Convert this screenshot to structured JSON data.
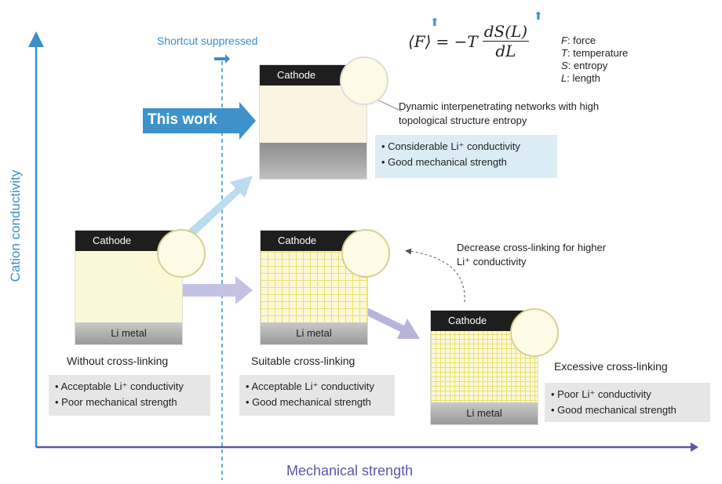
{
  "axes": {
    "y_label": "Cation conductivity",
    "x_label": "Mechanical strength"
  },
  "shortcut_label": "Shortcut suppressed",
  "this_work_label": "This work",
  "equation": {
    "lhs": "⟨F⟩",
    "rhs": "= −T",
    "numerator": "dS(L)",
    "denominator": "dL"
  },
  "legend": [
    {
      "sym": "F",
      "desc": ": force"
    },
    {
      "sym": "T",
      "desc": ": temperature"
    },
    {
      "sym": "S",
      "desc": ": entropy"
    },
    {
      "sym": "L",
      "desc": ": length"
    }
  ],
  "cathode_label": "Cathode",
  "li_metal_label": "Li metal",
  "top_panel": {
    "caption": "Dynamic interpenetrating networks with high topological structure entropy",
    "points": [
      "• Considerable Li⁺ conductivity",
      "• Good mechanical strength"
    ]
  },
  "panel_without": {
    "title": "Without cross-linking",
    "points": [
      "• Acceptable Li⁺ conductivity",
      "• Poor mechanical strength"
    ]
  },
  "panel_suitable": {
    "title": "Suitable cross-linking",
    "points": [
      "• Acceptable Li⁺ conductivity",
      "• Good mechanical strength"
    ]
  },
  "panel_excessive": {
    "title": "Excessive cross-linking",
    "points": [
      "• Poor Li⁺ conductivity",
      "• Good mechanical strength"
    ]
  },
  "decrease_note": "Decrease cross-linking for higher Li⁺ conductivity",
  "colors": {
    "axis": "#3a8fc7",
    "accent_blue": "#3d93c9",
    "arrow_purple": "#b7b4dc",
    "cathode": "#1e1e1e"
  }
}
